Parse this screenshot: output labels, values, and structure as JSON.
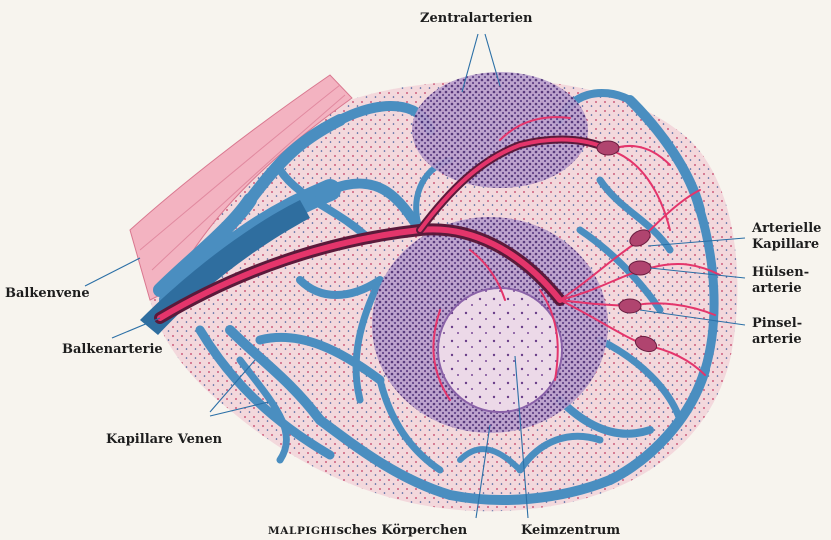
{
  "labels": {
    "zentralarterien": "Zentralarterien",
    "balkenvene": "Balkenvene",
    "balkenarterie": "Balkenarterie",
    "kapillare_venen": "Kapillare Venen",
    "malpighi_sc": "MALPIGHI",
    "malpighi_rest": "sches Körperchen",
    "keimzentrum": "Keimzentrum",
    "arterielle_1": "Arterielle",
    "arterielle_2": "Kapillare",
    "huelsen_1": "Hülsen-",
    "huelsen_2": "arterie",
    "pinsel_1": "Pinsel-",
    "pinsel_2": "arterie"
  },
  "colors": {
    "background": "#f7f4ee",
    "tissue_pink": "#f1d3d8",
    "vein_blue": "#4a8ec0",
    "vein_dark": "#2f6e9f",
    "follicle_purple": "#a98cc0",
    "germinal_center": "#ead6e6",
    "artery_red": "#e4356b",
    "artery_dark": "#5a1a3a",
    "trabecula_pink": "#f3b3c1"
  }
}
